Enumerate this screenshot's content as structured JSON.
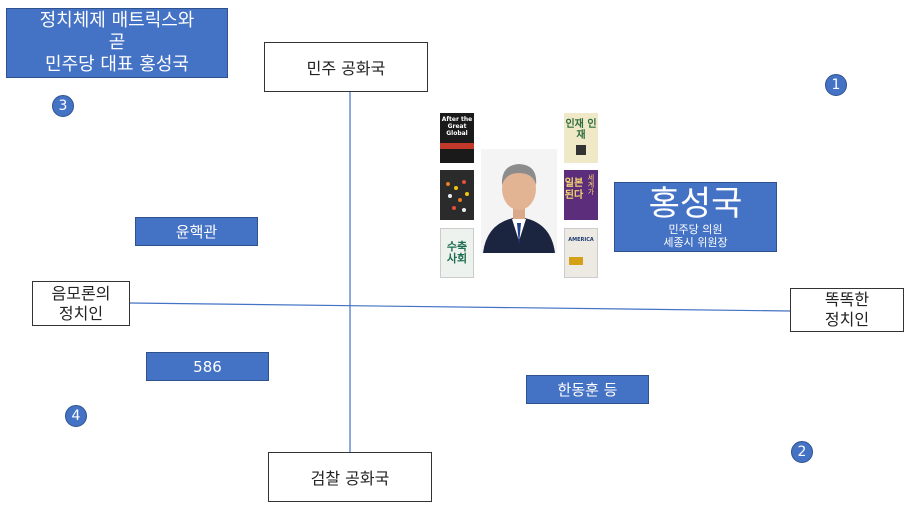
{
  "title_lines": [
    "정치체제 매트릭스와",
    "곧",
    "민주당 대표 홍성국"
  ],
  "axes": {
    "top": "민주 공화국",
    "bottom": "검찰 공화국",
    "left_lines": [
      "음모론의",
      "정치인"
    ],
    "right_lines": [
      "똑똑한",
      "정치인"
    ]
  },
  "quadrants": {
    "q1": "1",
    "q2": "2",
    "q3": "3",
    "q4": "4"
  },
  "items": {
    "yoon": "윤핵관",
    "c586": "586",
    "han": "한동훈 등"
  },
  "profile": {
    "name": "홍성국",
    "line1": "민주당 의원",
    "line2": "세종시 위원장"
  },
  "books": {
    "b1": "After the Great Global",
    "b2": "인재 인재",
    "b4": "일본된다",
    "b4_side": "세계가",
    "b5": "수축 사회",
    "b6": "AMERICA"
  },
  "colors": {
    "accent": "#4472c4",
    "border": "#2f528f",
    "axis_line": "#4472c4"
  }
}
